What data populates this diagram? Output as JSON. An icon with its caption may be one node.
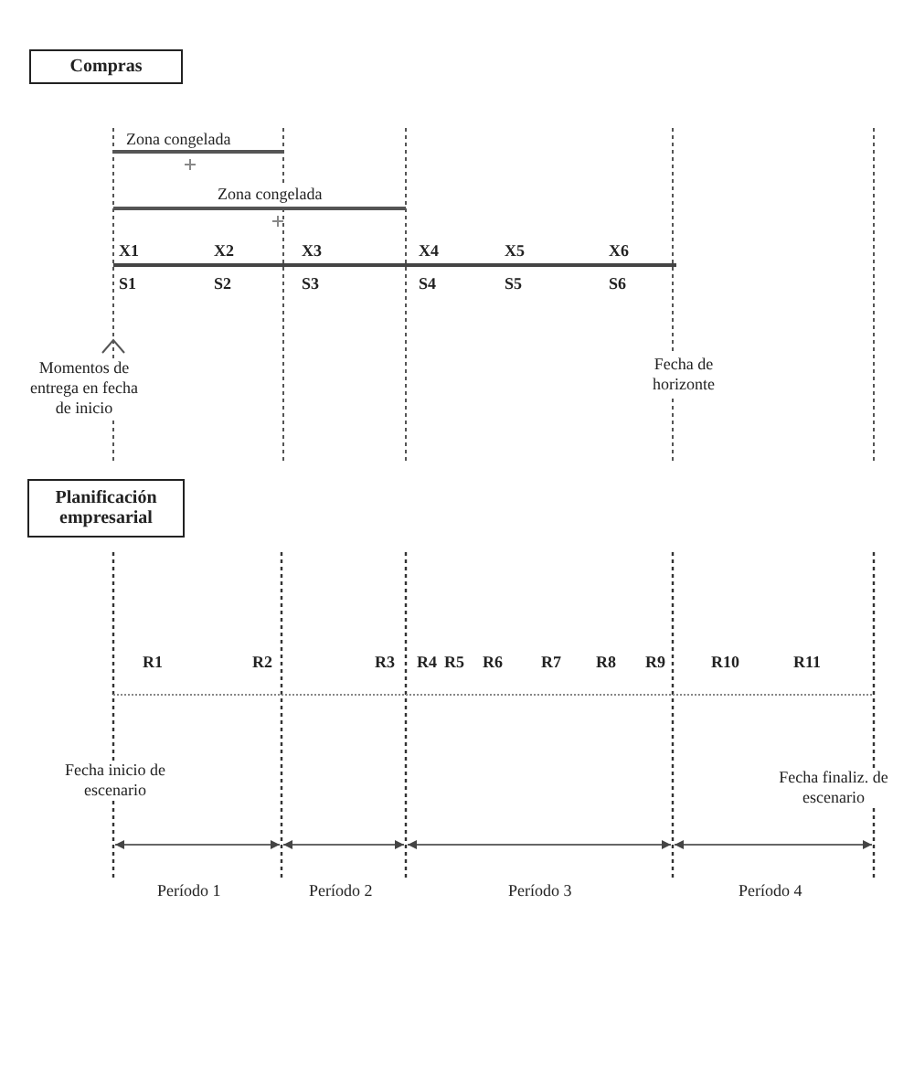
{
  "diagram": {
    "nodes": [
      {
        "text": [
          "Compras"
        ]
      },
      {
        "text": [
          "Planificación empresarial"
        ]
      }
    ],
    "labels": [
      "Zona congelada",
      "Zona congelada",
      "X1",
      "X2",
      "X3",
      "X4",
      "X5",
      "X6",
      "S1",
      "S2",
      "S3",
      "S4",
      "S5",
      "S6",
      "Momentos de entrega en fecha de inicio",
      "Fecha de horizonte",
      "R1",
      "R2",
      "R3",
      "R4",
      "R5",
      "R6",
      "R7",
      "R8",
      "R9",
      "R10",
      "R11",
      "Fecha inicio de escenario",
      "Fecha finaliz. de escenario",
      "Período 1",
      "Período 2",
      "Período 3",
      "Período 4"
    ]
  }
}
